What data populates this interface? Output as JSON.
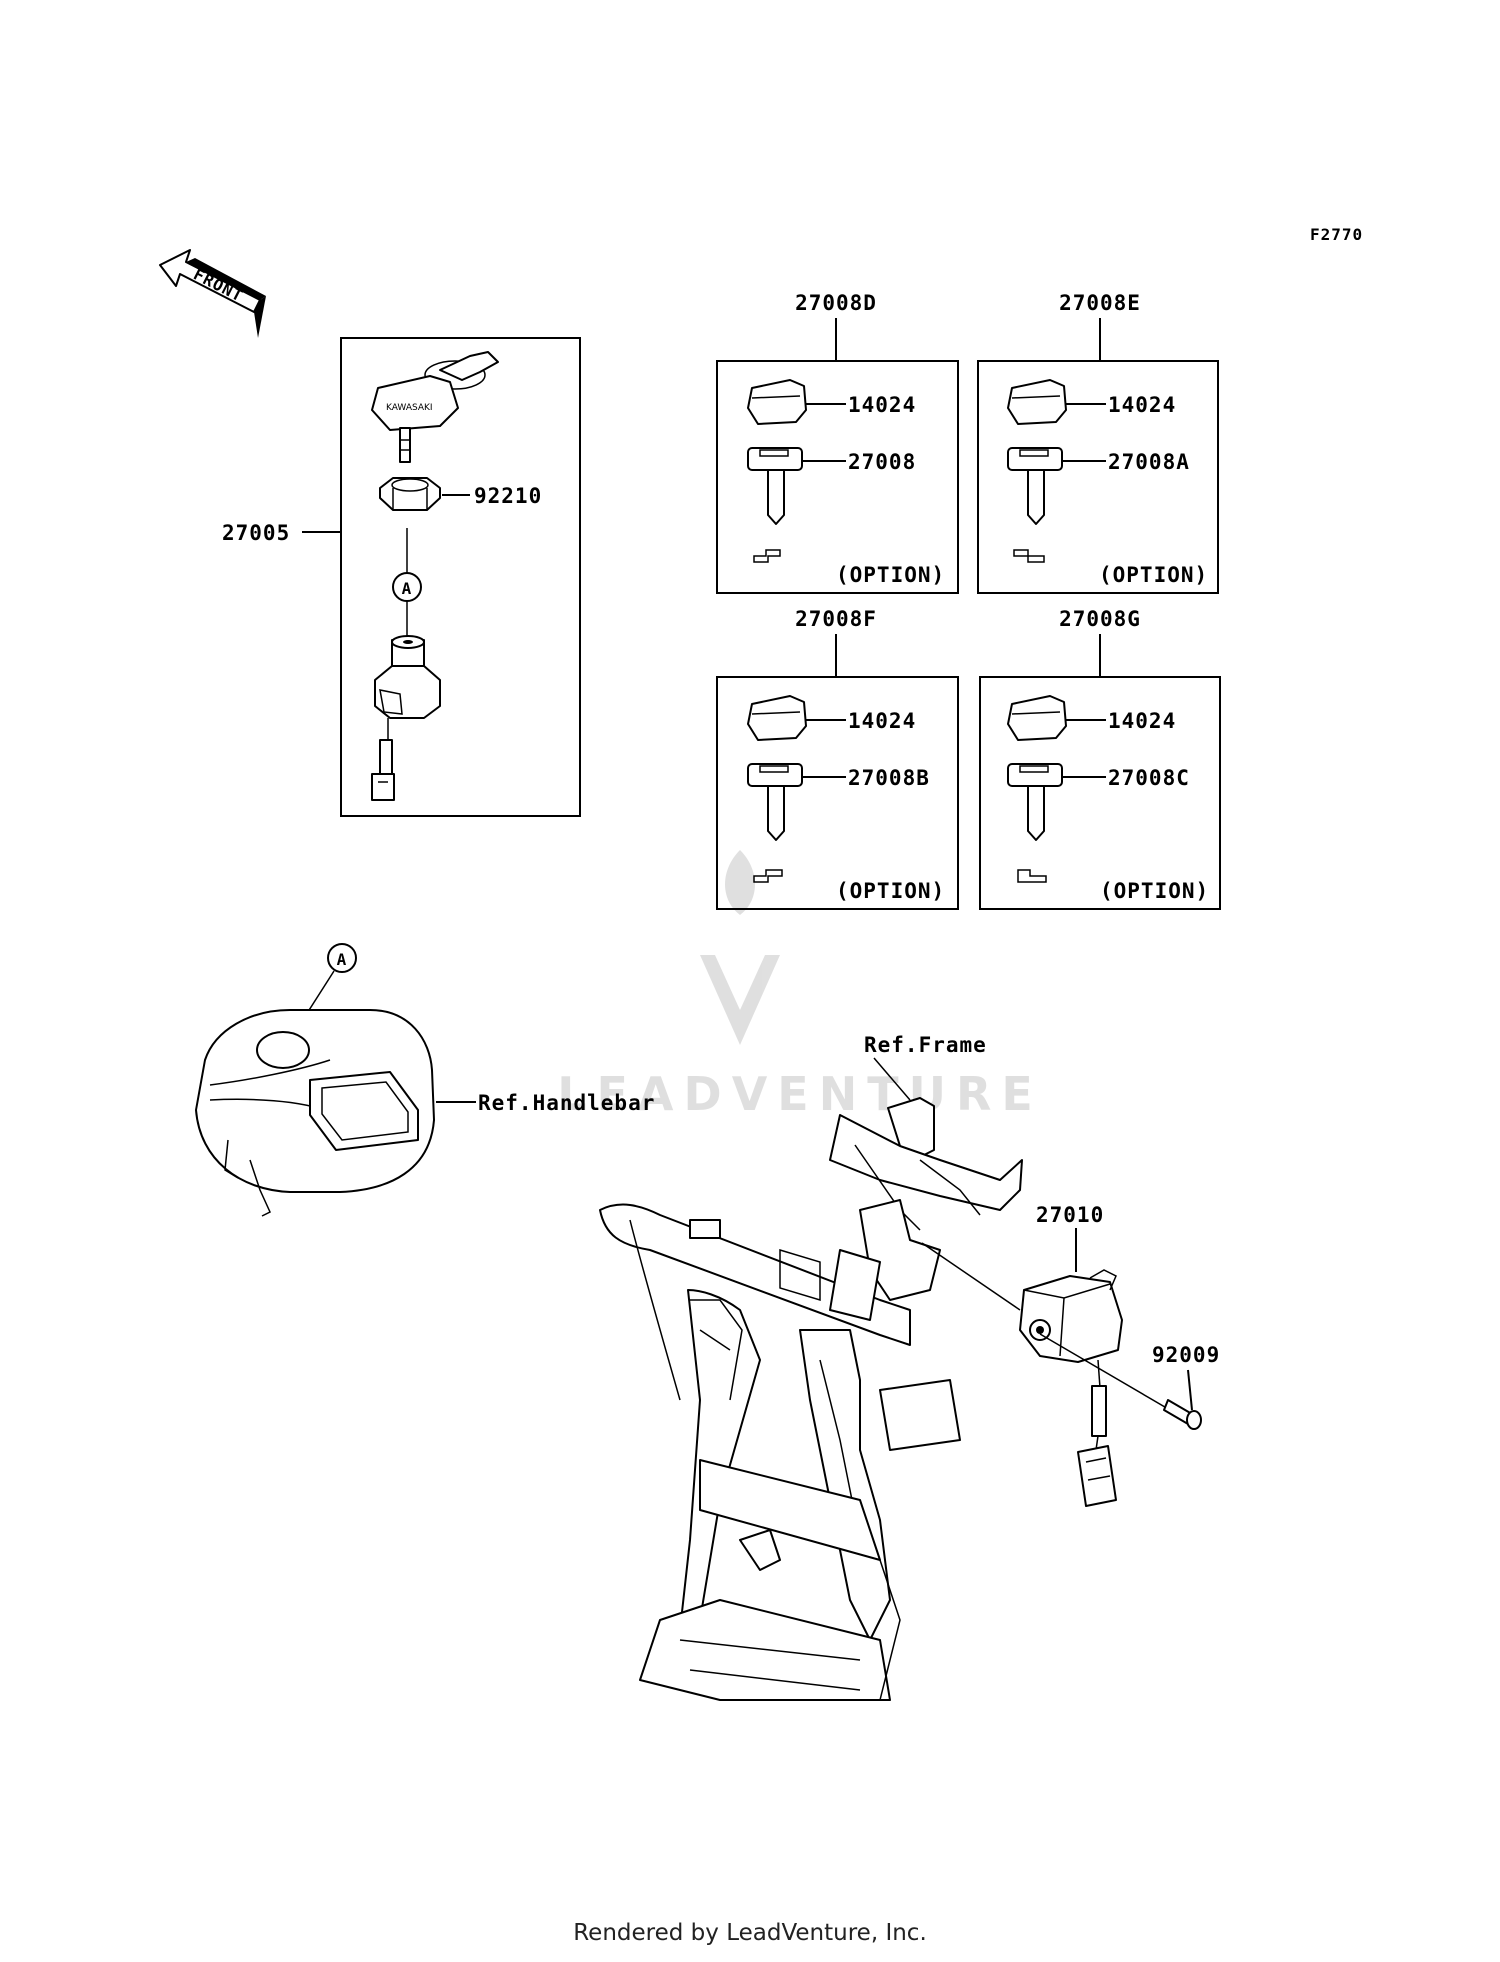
{
  "figure_code": "F2770",
  "front_arrow": "FRONT",
  "callouts": {
    "ignition_assembly": "27005",
    "nut": "92210",
    "ref_a_top": "A",
    "ref_a_bottom": "A",
    "kit_d": "27008D",
    "kit_e": "27008E",
    "kit_f": "27008F",
    "kit_g": "27008G",
    "cap_d": "14024",
    "cap_e": "14024",
    "cap_f": "14024",
    "cap_g": "14024",
    "key_d": "27008",
    "key_e": "27008A",
    "key_f": "27008B",
    "key_g": "27008C",
    "option_d": "(OPTION)",
    "option_e": "(OPTION)",
    "option_f": "(OPTION)",
    "option_g": "(OPTION)",
    "ref_handlebar": "Ref.Handlebar",
    "ref_frame": "Ref.Frame",
    "switch": "27010",
    "screw": "92009"
  },
  "watermark": "LEADVENTURE",
  "footer": "Rendered by LeadVenture, Inc."
}
